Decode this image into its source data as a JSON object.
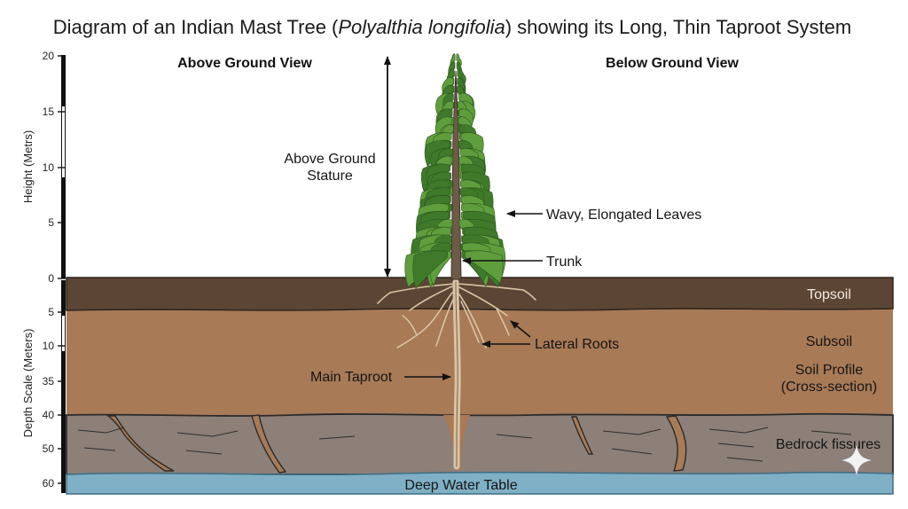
{
  "title": {
    "before": "Diagram of an Indian Mast Tree (",
    "italic": "Polyalthia longifolia",
    "after": ") showing its Long, Thin Taproot System"
  },
  "headings": {
    "above": "Above Ground View",
    "below": "Below Ground View"
  },
  "height_axis": {
    "label": "Height (Metrs)",
    "ticks": [
      "20",
      "15",
      "10",
      "5",
      "0"
    ]
  },
  "depth_axis": {
    "label": "Depth Scale (Meters)",
    "ticks": [
      "5",
      "10",
      "35",
      "40",
      "50",
      "60"
    ]
  },
  "labels": {
    "stature_line1": "Above Ground",
    "stature_line2": "Stature",
    "leaves": "Wavy, Elongated Leaves",
    "trunk": "Trunk",
    "lateral_roots": "Lateral Roots",
    "main_taproot": "Main Taproot",
    "topsoil": "Topsoil",
    "subsoil": "Subsoil",
    "soil_profile_line1": "Soil Profile",
    "soil_profile_line2": "(Cross-section)",
    "bedrock": "Bedrock fissures",
    "water_table": "Deep Water Table"
  },
  "colors": {
    "topsoil": "#5b4535",
    "subsoil": "#a87a56",
    "bedrock": "#8c8079",
    "water": "#7fb0c6",
    "foliage": "#5f9e3c",
    "foliage_dark": "#3f7a2a",
    "trunk": "#6d5a48",
    "root": "#d9c3a3"
  }
}
